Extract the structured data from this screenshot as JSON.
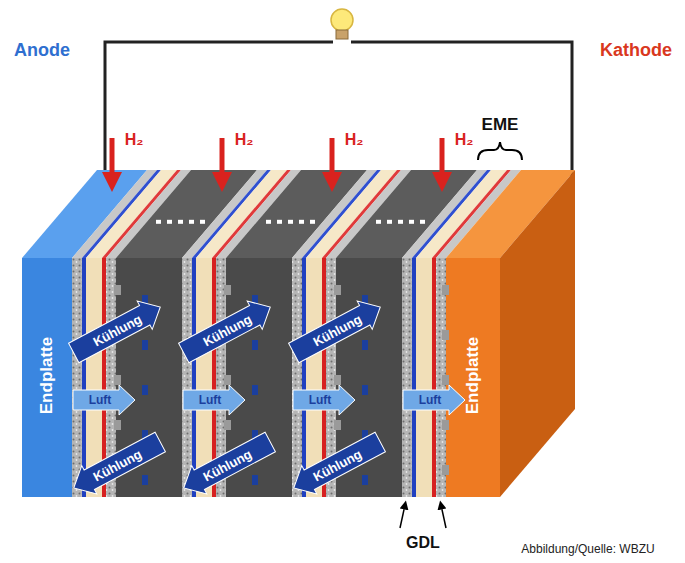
{
  "diagram": {
    "labels": [
      "Anode",
      "H₂",
      "H₂",
      "H₂",
      "H₂",
      "EME",
      "Kathode",
      "Endplatte",
      "Kühlung",
      "Kühlung",
      "Kühlung",
      "Luft",
      "Luft",
      "Luft",
      "Luft",
      "Kühlung",
      "Kühlung",
      "Kühlung",
      "Endplatte",
      "GDL",
      "Abbildung/Quelle: WBZU"
    ]
  }
}
